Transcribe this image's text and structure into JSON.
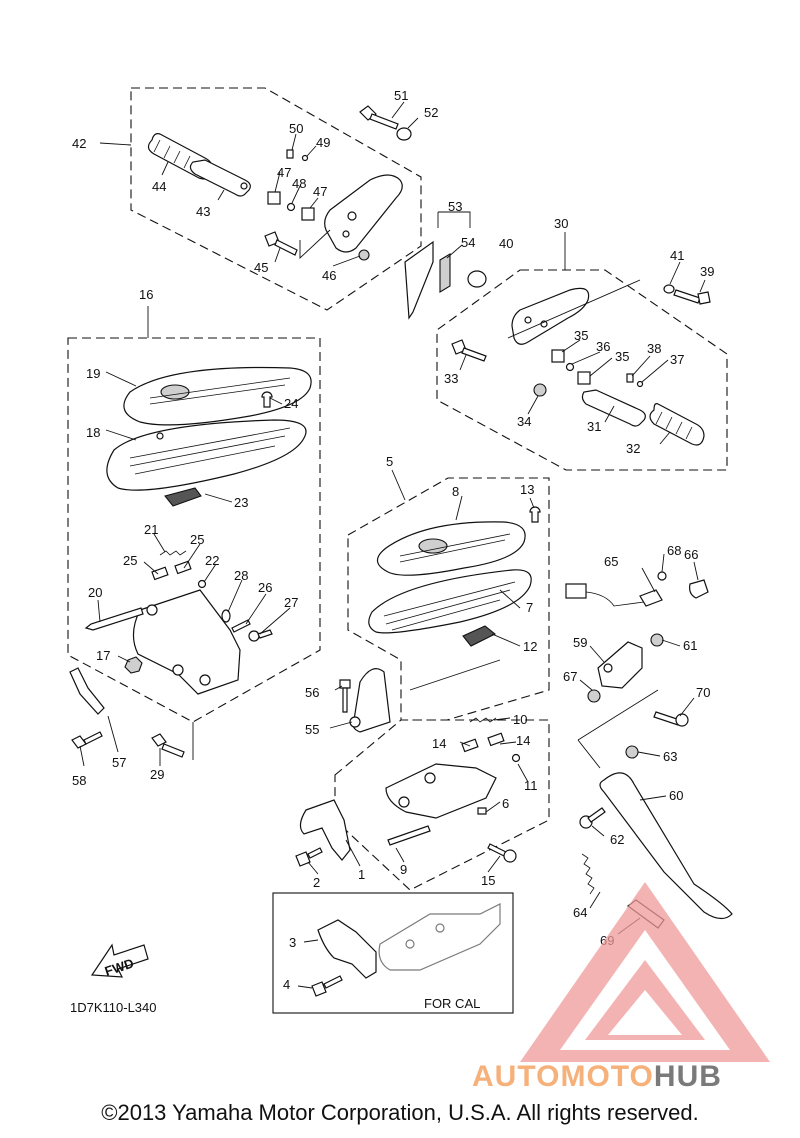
{
  "diagram_code": "1D7K110-L340",
  "for_cal_label": "FOR CAL",
  "fwd_label": "FWD",
  "copyright": "©2013 Yamaha Motor Corporation, U.S.A. All rights reserved.",
  "watermark": {
    "part1": "AUTOMOTO",
    "part2": "HUB",
    "color1": "#f6b07a",
    "color2": "#7a7a7a",
    "logo_color": "#f19a9a"
  },
  "labels": {
    "l1": "1",
    "l2": "2",
    "l3": "3",
    "l4": "4",
    "l5": "5",
    "l6": "6",
    "l7": "7",
    "l8": "8",
    "l9": "9",
    "l10": "10",
    "l11": "11",
    "l12": "12",
    "l13": "13",
    "l14a": "14",
    "l14b": "14",
    "l15": "15",
    "l16": "16",
    "l17": "17",
    "l18": "18",
    "l19": "19",
    "l20": "20",
    "l21": "21",
    "l22": "22",
    "l23": "23",
    "l24": "24",
    "l25a": "25",
    "l25b": "25",
    "l26": "26",
    "l27": "27",
    "l28": "28",
    "l29": "29",
    "l30": "30",
    "l31": "31",
    "l32": "32",
    "l33": "33",
    "l34": "34",
    "l35a": "35",
    "l35b": "35",
    "l36": "36",
    "l37": "37",
    "l38": "38",
    "l39": "39",
    "l40": "40",
    "l41": "41",
    "l42": "42",
    "l43": "43",
    "l44": "44",
    "l45": "45",
    "l46": "46",
    "l47a": "47",
    "l47b": "47",
    "l48": "48",
    "l49": "49",
    "l50": "50",
    "l51": "51",
    "l52": "52",
    "l53": "53",
    "l54": "54",
    "l55": "55",
    "l56": "56",
    "l57": "57",
    "l58": "58",
    "l59": "59",
    "l60": "60",
    "l61": "61",
    "l62": "62",
    "l63": "63",
    "l64": "64",
    "l65": "65",
    "l66": "66",
    "l67": "67",
    "l68": "68",
    "l69": "69",
    "l70": "70"
  }
}
